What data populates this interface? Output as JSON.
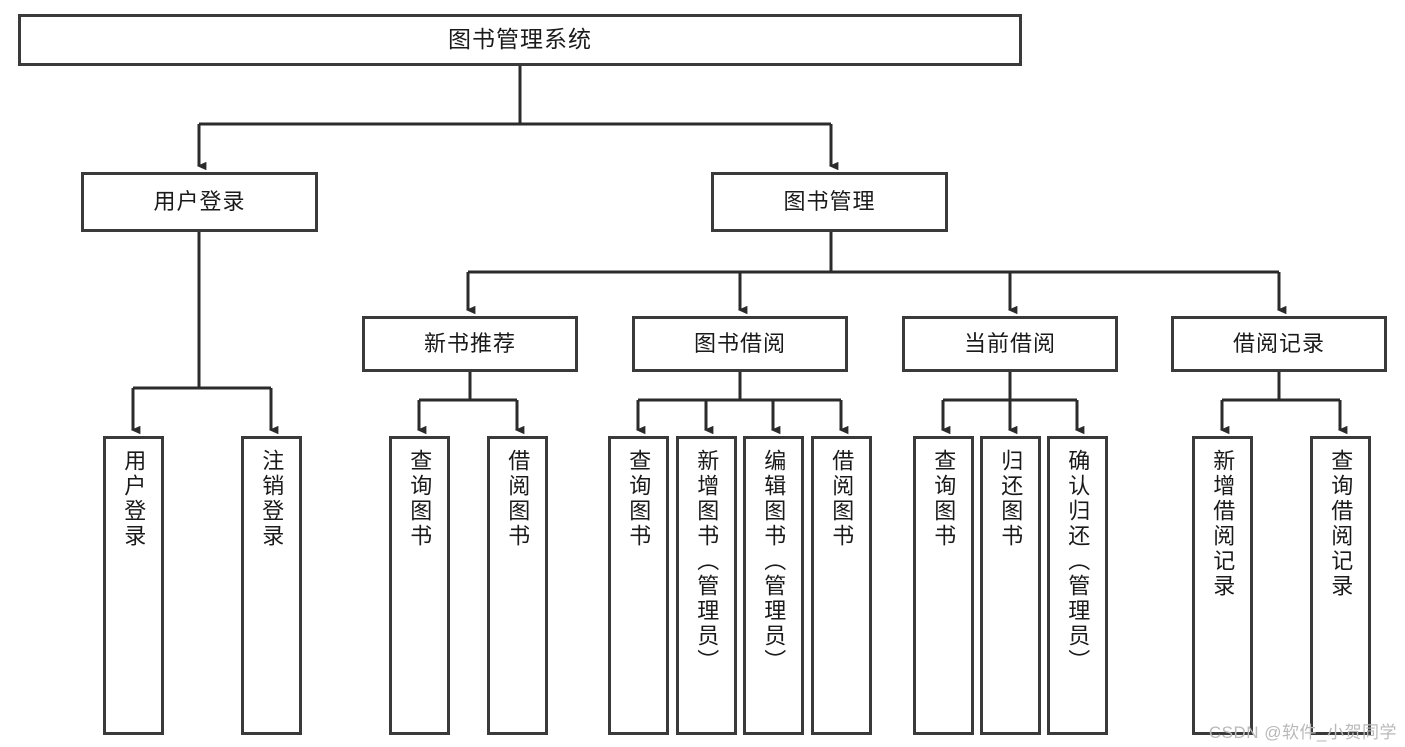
{
  "diagram": {
    "title": "图书管理系统",
    "type": "tree-hierarchy-chart",
    "root": {
      "label": "图书管理系统"
    },
    "level2": [
      {
        "label": "用户登录"
      },
      {
        "label": "图书管理"
      }
    ],
    "level3": [
      {
        "label": "新书推荐"
      },
      {
        "label": "图书借阅"
      },
      {
        "label": "当前借阅"
      },
      {
        "label": "借阅记录"
      }
    ],
    "leaves": {
      "user_login": [
        {
          "label": "用户登录"
        },
        {
          "label": "注销登录"
        }
      ],
      "new_book_recommend": [
        {
          "label": "查询图书"
        },
        {
          "label": "借阅图书"
        }
      ],
      "book_borrow": [
        {
          "label": "查询图书"
        },
        {
          "label": "新增图书（管理员）"
        },
        {
          "label": "编辑图书（管理员）"
        },
        {
          "label": "借阅图书"
        }
      ],
      "current_borrow": [
        {
          "label": "查询图书"
        },
        {
          "label": "归还图书"
        },
        {
          "label": "确认归还（管理员）"
        }
      ],
      "borrow_record": [
        {
          "label": "新增借阅记录"
        },
        {
          "label": "查询借阅记录"
        }
      ]
    }
  },
  "watermark": {
    "text": "CSDN @软件_小贺同学"
  },
  "colors": {
    "border": "#3a3a3a",
    "background": "#ffffff",
    "text": "#1a1a1a",
    "watermark": "#b9b9b9"
  }
}
